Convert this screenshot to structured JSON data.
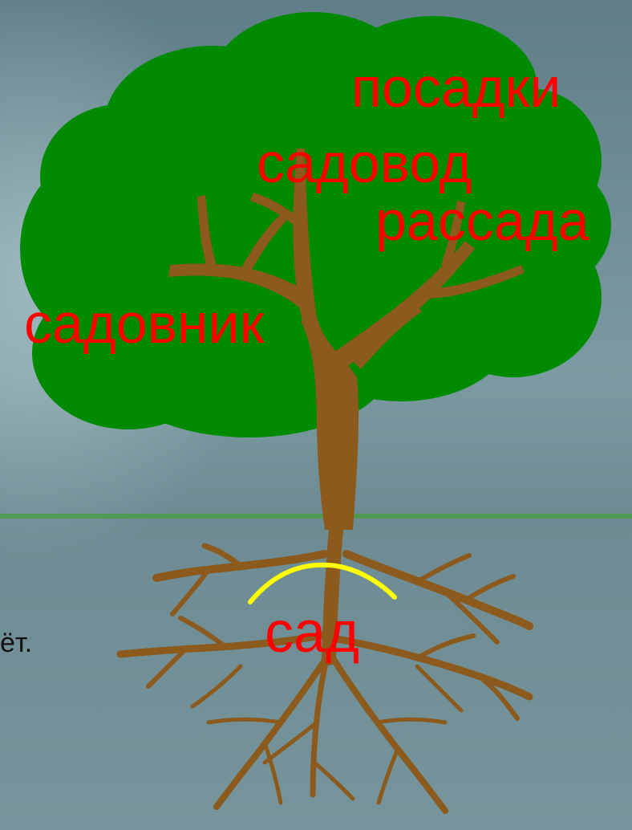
{
  "words": {
    "posadki": "посадки",
    "sadovod": "садовод",
    "rassada": "рассада",
    "sadovnik": "садовник",
    "root": "сад"
  },
  "partial_text": "ёт.",
  "colors": {
    "word": "#ff0000",
    "crown": "#008a00",
    "trunk": "#8b5a1c",
    "root_arc": "#ffff00",
    "ground_line": "#4f9a4a"
  },
  "icons": [
    "tree-crown",
    "tree-trunk",
    "tree-roots",
    "root-arc-mark"
  ]
}
